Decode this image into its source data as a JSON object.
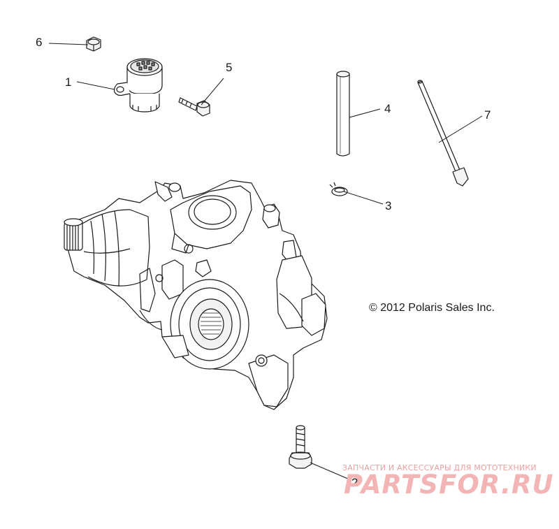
{
  "callouts": [
    {
      "id": "1",
      "label": "1"
    },
    {
      "id": "2",
      "label": "2"
    },
    {
      "id": "3",
      "label": "3"
    },
    {
      "id": "4",
      "label": "4"
    },
    {
      "id": "5",
      "label": "5"
    },
    {
      "id": "6",
      "label": "6"
    },
    {
      "id": "7",
      "label": "7"
    }
  ],
  "copyright": "© 2012 Polaris Sales Inc.",
  "watermark": {
    "tagline": "ЗАПЧАСТИ И АКСЕССУАРЫ ДЛЯ МОТОТЕХНИКИ",
    "logo": "PARTSFOR.RU"
  },
  "colors": {
    "line": "#1a1a1a",
    "watermark": "#e9a0a0"
  }
}
